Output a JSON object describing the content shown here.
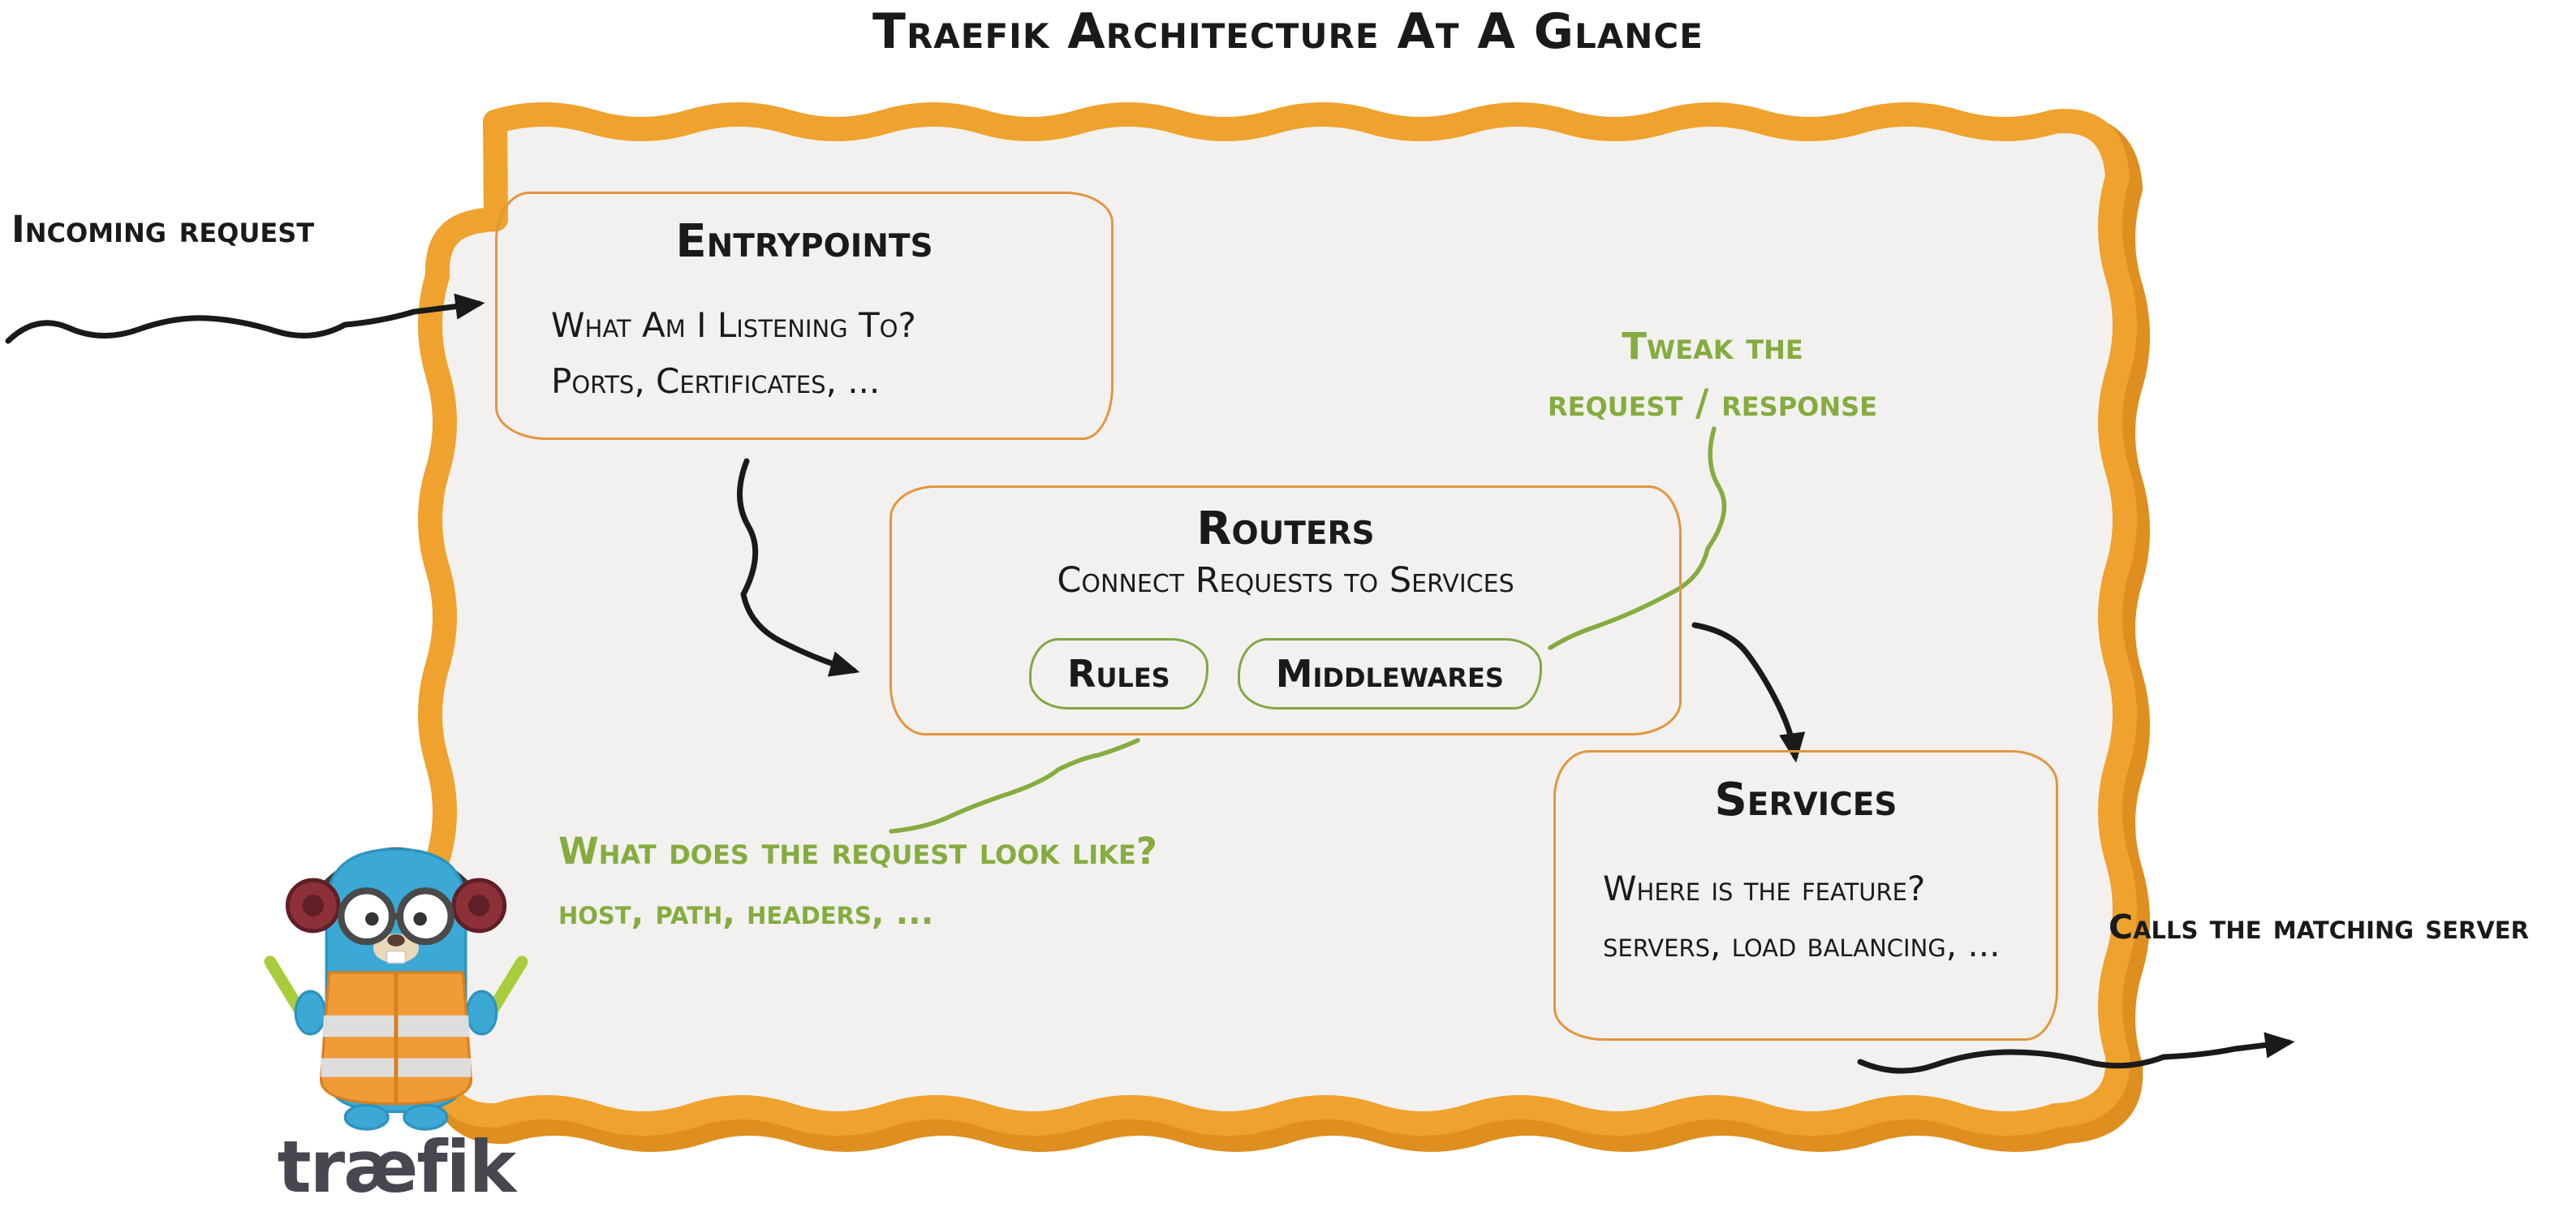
{
  "title": "Traefik Architecture At A Glance",
  "labels": {
    "incoming": "Incoming request",
    "outgoing": "Calls the matching server"
  },
  "entrypoints": {
    "title": "Entrypoints",
    "line1": "What Am I Listening To?",
    "line2": "Ports, Certificates, ..."
  },
  "routers": {
    "title": "Routers",
    "subtitle": "Connect Requests to Services",
    "rules_label": "Rules",
    "middlewares_label": "Middlewares"
  },
  "services": {
    "title": "Services",
    "line1": "Where is the feature?",
    "line2": "servers, load balancing, ..."
  },
  "annotations": {
    "tweak_line1": "Tweak the",
    "tweak_line2": "request / response",
    "request_line1": "What does the request look like?",
    "request_line2": "host, path, headers, ..."
  },
  "logo": {
    "wordmark": "træfik"
  },
  "colors": {
    "panel_fill": "#F2F1F0",
    "border_orange": "#EFA22D",
    "border_orange_dark": "#DE8F1F",
    "box_orange": "#E2953E",
    "green": "#85AC3F",
    "arrow_black": "#1A1A1A"
  }
}
